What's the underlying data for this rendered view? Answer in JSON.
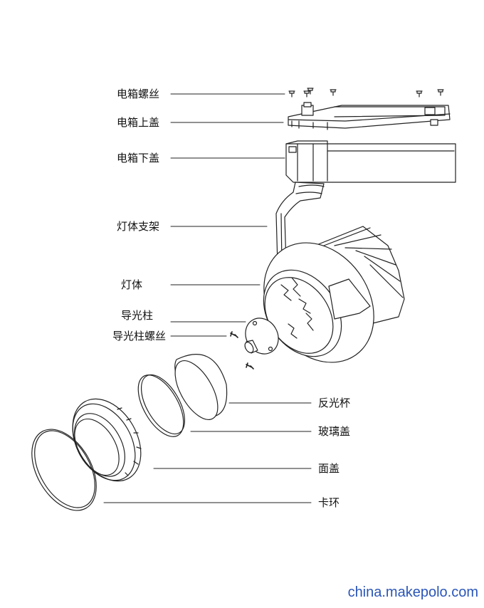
{
  "labels": {
    "box_screws": "电箱螺丝",
    "box_top_cover": "电箱上盖",
    "box_bottom_cover": "电箱下盖",
    "body_bracket": "灯体支架",
    "lamp_body": "灯体",
    "light_guide_post": "导光柱",
    "light_guide_post_screws": "导光柱螺丝",
    "reflector_cup": "反光杯",
    "glass_cover": "玻璃盖",
    "face_cover": "面盖",
    "snap_ring": "卡环"
  },
  "watermark": "china.makepolo.com"
}
